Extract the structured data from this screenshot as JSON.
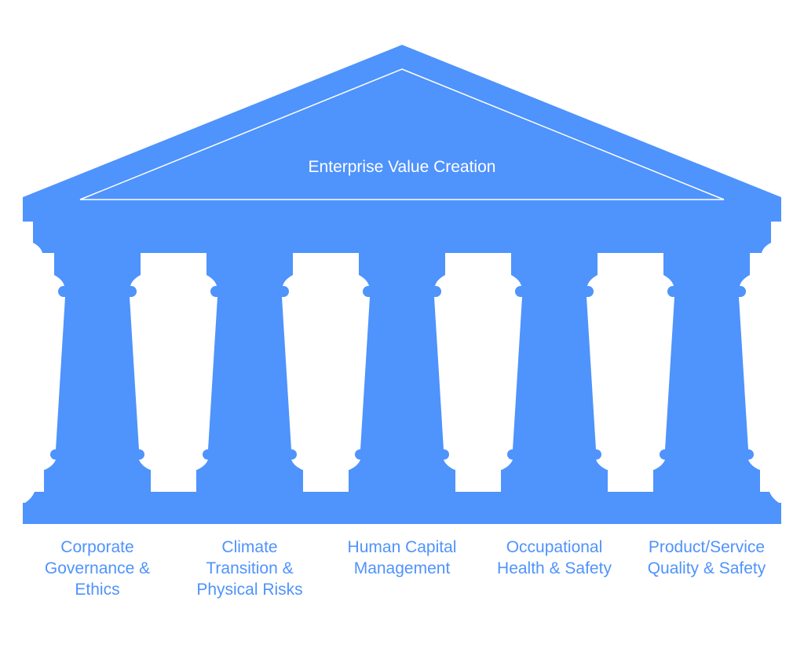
{
  "diagram": {
    "title": "Enterprise Value Creation",
    "colors": {
      "structure": "#4f93fc",
      "label_text": "#4f93fc",
      "title_text": "#ffffff"
    },
    "pillars": [
      {
        "label": "Corporate\nGovernance &\nEthics"
      },
      {
        "label": "Climate\nTransition &\nPhysical Risks"
      },
      {
        "label": "Human Capital\nManagement"
      },
      {
        "label": "Occupational\nHealth & Safety"
      },
      {
        "label": "Product/Service\nQuality & Safety"
      }
    ]
  }
}
